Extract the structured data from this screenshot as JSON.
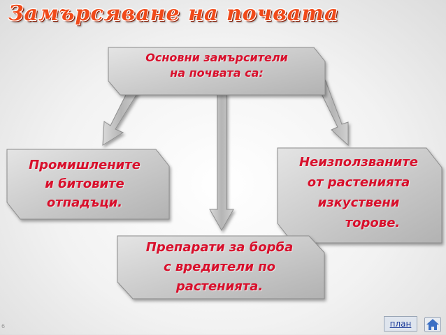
{
  "page": {
    "title": "Замърсяване на почвата",
    "central_box": {
      "line1": "Основни замърсители",
      "line2": "на почвата са:"
    },
    "left_box": {
      "line1": "Промишлените",
      "line2": "и битовите",
      "line3": "отпадъци."
    },
    "right_box": {
      "line1": "Неизползваните",
      "line2": "от растенията",
      "line3": "изкуствени",
      "line4": "торове."
    },
    "bottom_box": {
      "line1": "Препарати за борба",
      "line2": "с вредители по",
      "line3": "растенията."
    },
    "nav": {
      "plan_label": "план",
      "home_icon": "home-icon"
    },
    "footer_mark": "6"
  },
  "colors": {
    "title": "#f04a1a",
    "box_text": "#d8102c",
    "box_fill": "#cfcfcf",
    "arrow": "#bfbfbf",
    "plan_link": "#1e3d9b"
  }
}
